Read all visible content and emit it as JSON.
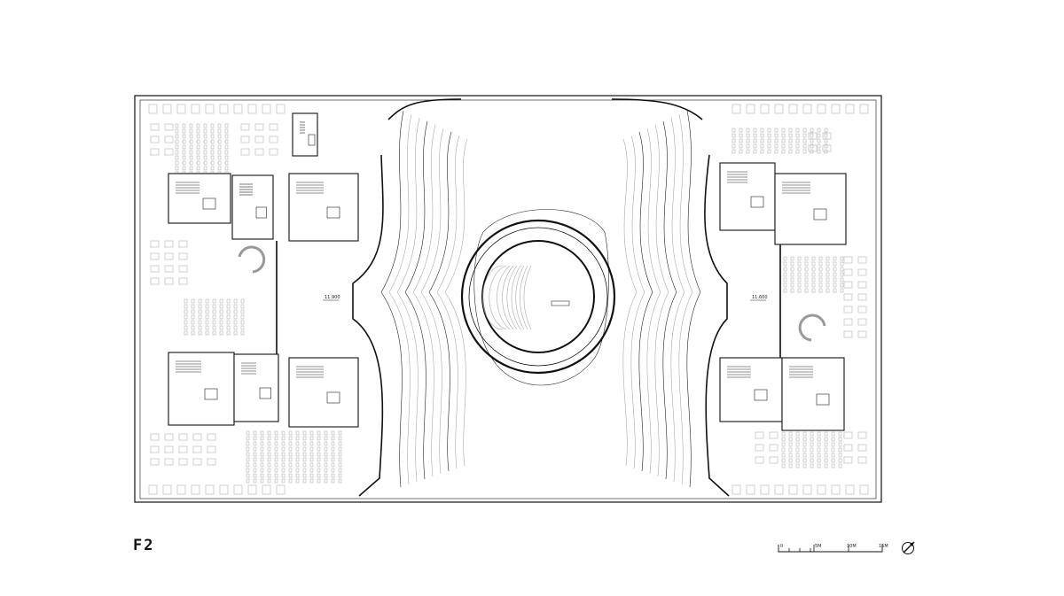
{
  "floor_label": "F2",
  "level_left": "11.900",
  "level_right": "11.600",
  "scale_bar": {
    "tick_labels": [
      "0",
      "5M",
      "10M",
      "15M"
    ]
  },
  "north_icon": "north-arrow-icon"
}
